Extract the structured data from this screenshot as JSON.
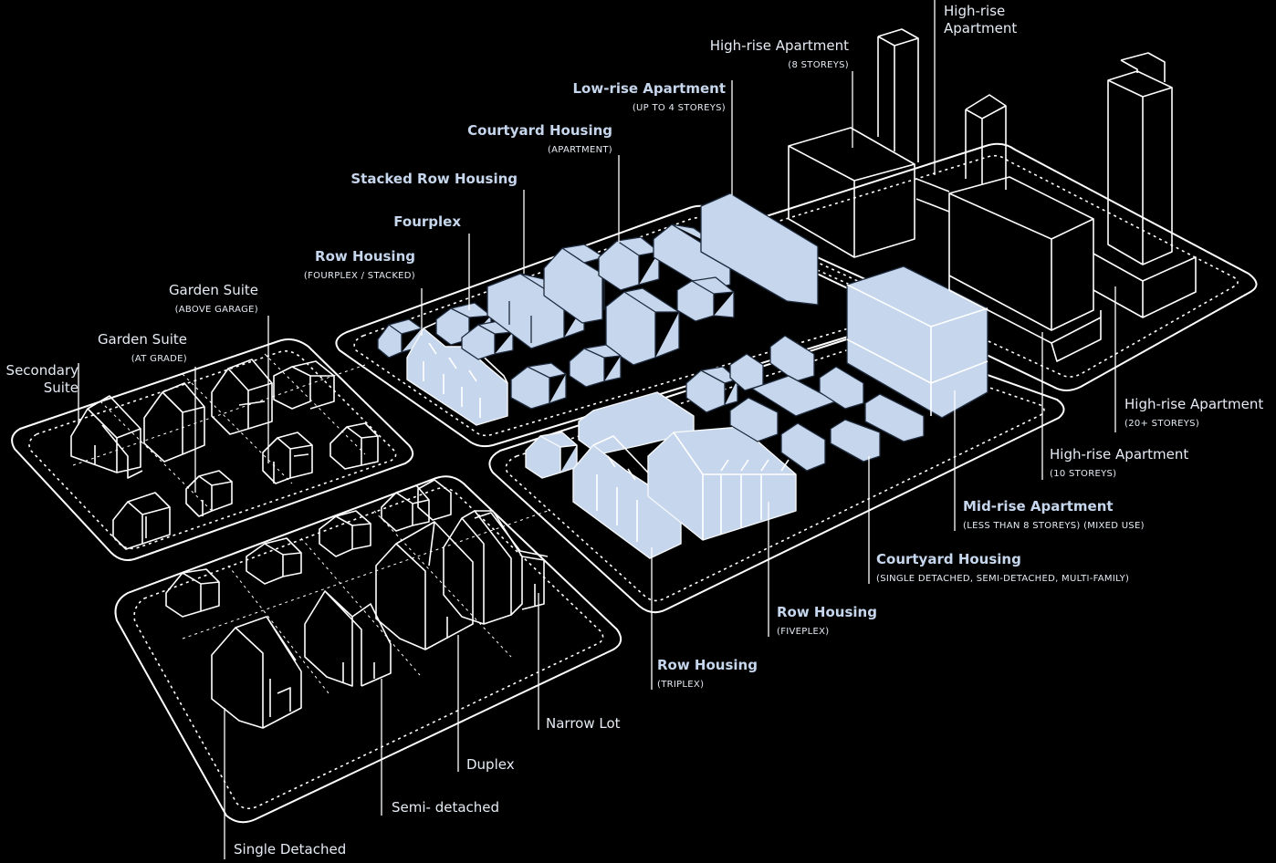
{
  "labels": {
    "secondary_suite": {
      "line1": "Secondary",
      "line2": "Suite"
    },
    "garden_at_grade": {
      "title": "Garden Suite",
      "note": "(AT GRADE)"
    },
    "garden_above_garage": {
      "title": "Garden Suite",
      "note": "(ABOVE GARAGE)"
    },
    "row_housing_stacked": {
      "title": "Row Housing",
      "note": "(FOURPLEX / STACKED)"
    },
    "fourplex": {
      "title": "Fourplex"
    },
    "stacked_row": {
      "title": "Stacked Row Housing"
    },
    "courtyard_apartment": {
      "title": "Courtyard Housing",
      "note": "(APARTMENT)"
    },
    "low_rise": {
      "title": "Low-rise Apartment",
      "note": "(UP TO 4 STOREYS)"
    },
    "high_rise_8": {
      "title": "High-rise Apartment",
      "note": "(8 STOREYS)"
    },
    "high_rise_top": {
      "line1": "High-rise",
      "line2": "Apartment"
    },
    "high_rise_20": {
      "title": "High-rise Apartment",
      "note": "(20+ STOREYS)"
    },
    "high_rise_10": {
      "title": "High-rise Apartment",
      "note": "(10 STOREYS)"
    },
    "mid_rise": {
      "title": "Mid-rise Apartment",
      "note": "(LESS THAN 8 STOREYS) (MIXED USE)"
    },
    "courtyard_multi": {
      "title": "Courtyard Housing",
      "note": "(SINGLE DETACHED, SEMI-DETACHED, MULTI-FAMILY)"
    },
    "row_fiveplex": {
      "title": "Row Housing",
      "note": "(FIVEPLEX)"
    },
    "row_triplex": {
      "title": "Row Housing",
      "note": "(TRIPLEX)"
    },
    "narrow_lot": {
      "title": "Narrow Lot"
    },
    "duplex": {
      "title": "Duplex"
    },
    "semi_detached": {
      "title": "Semi- detached"
    },
    "single_detached": {
      "title": "Single Detached"
    }
  },
  "colors": {
    "background": "#000000",
    "line": "#ffffff",
    "highlight_fill": "#c6d6ec",
    "label_text": "#e6ecf5"
  }
}
